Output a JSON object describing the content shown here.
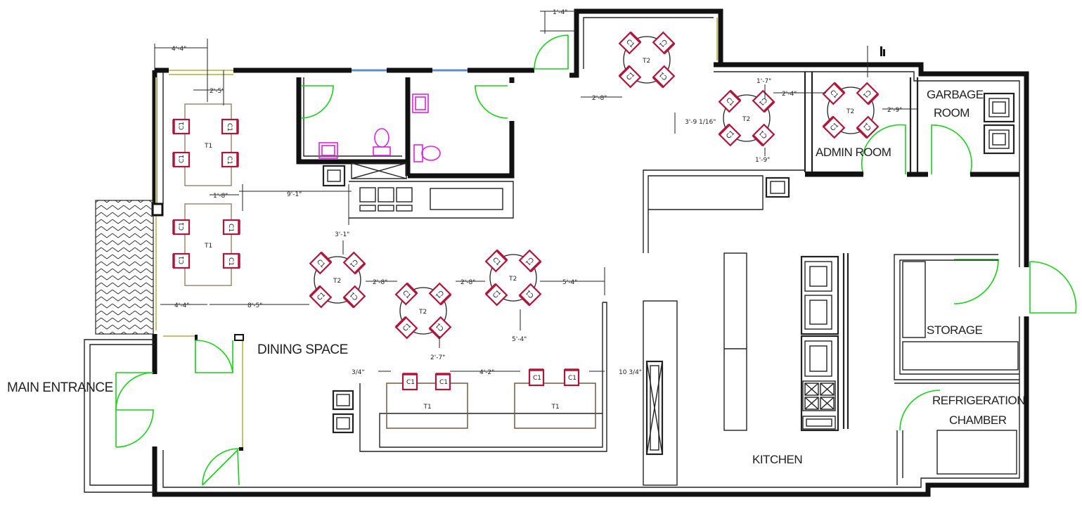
{
  "rooms": {
    "main_entrance": "MAIN ENTRANCE",
    "dining_space": "DINING SPACE",
    "kitchen": "KITCHEN",
    "storage": "STORAGE",
    "admin_room": "ADMIN ROOM",
    "garbage_room": [
      "GARBAGE",
      "ROOM"
    ],
    "refrigeration_chamber": [
      "REFRIGERATION",
      "CHAMBER"
    ]
  },
  "labels": {
    "chair": "C1",
    "table_rect": "T1",
    "table_round": "T2"
  },
  "dimensions": {
    "d_top_1_4": "1'-4\"",
    "d_4_4_top": "4'-4\"",
    "d_2_5": "2'-5\"",
    "d_1_8": "1'-8\"",
    "d_9_1": "9'-1\"",
    "d_3_1": "3'-1\"",
    "d_4_4_left": "4'-4\"",
    "d_8_5": "8'-5\"",
    "d_2_8_a": "2'-8\"",
    "d_2_8_b": "2'-8\"",
    "d_2_8_c": "2'-8\"",
    "d_5_4_a": "5'-4\"",
    "d_5_4_b": "5'-4\"",
    "d_2_7": "2'-7\"",
    "d_4_2": "4'-2\"",
    "d_3_4": "3/4\"",
    "d_10_3_4": "10 3/4\"",
    "d_1_7": "1'-7\"",
    "d_2_4": "2'-4\"",
    "d_1_9": "1'-9\"",
    "d_3_9": "3'-9 1/16\"",
    "d_2_9": "2'-9\""
  }
}
